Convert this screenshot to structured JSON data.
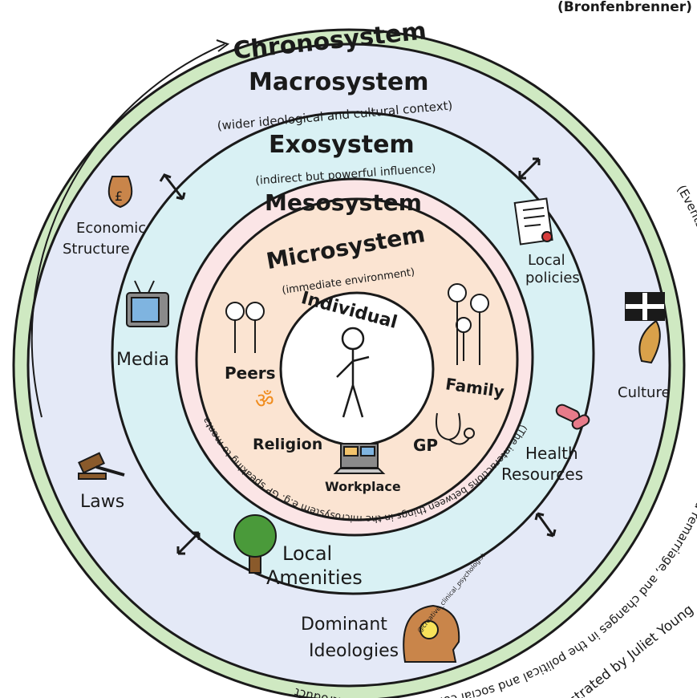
{
  "corner_text": "(Bronfenbrenner)",
  "colors": {
    "chrono": "#cfe9c2",
    "macro": "#e4e9f7",
    "exo": "#d9f1f4",
    "meso": "#fbe5e6",
    "micro": "#fbe4d2",
    "individual": "#ffffff",
    "outline": "#1a1a1a"
  },
  "chronosystem": {
    "title": "Chronosystem",
    "description": "(Events and transitions over a lifetime e.g. Divorce and remarriage, and changes in the political and social contexts e.g. The introduction of an act which promotes more equality for women at work"
  },
  "macrosystem": {
    "title": "Macrosystem",
    "description": "(wider ideological and cultural context)",
    "items": {
      "economic": "Economic Structure",
      "media": "Media",
      "laws": "Laws",
      "ideologies": "Dominant Ideologies",
      "culture": "Culture"
    }
  },
  "exosystem": {
    "title": "Exosystem",
    "description": "(indirect but powerful influence)",
    "items": {
      "local_policies": "Local policies",
      "health": "Health Resources",
      "amenities": "Local Amenities"
    }
  },
  "mesosystem": {
    "title": "Mesosystem",
    "description": "(The interactions between things in the microsystem e.g. GP speaking to mental health team / social worker about a crisis escalating"
  },
  "microsystem": {
    "title": "Microsystem",
    "description": "(immediate environment)",
    "items": {
      "peers": "Peers",
      "family": "Family",
      "religion": "Religion",
      "workplace": "Workplace",
      "gp": "GP"
    }
  },
  "individual": "Individual",
  "credit": "Illustrated by Juliet Young",
  "handle": "@creative_clinical_psychologist",
  "icons": {
    "money_bag": "pound-money-bag-icon",
    "tv": "tv-icon",
    "gavel": "gavel-icon",
    "head_bulb": "head-lightbulb-icon",
    "flag": "cornish-flag-icon",
    "pasty": "pasty-icon",
    "document": "certificate-icon",
    "pills": "pills-icon",
    "tree": "tree-icon",
    "stethoscope": "stethoscope-icon",
    "om": "om-symbol-icon",
    "laptop": "laptop-icon"
  }
}
